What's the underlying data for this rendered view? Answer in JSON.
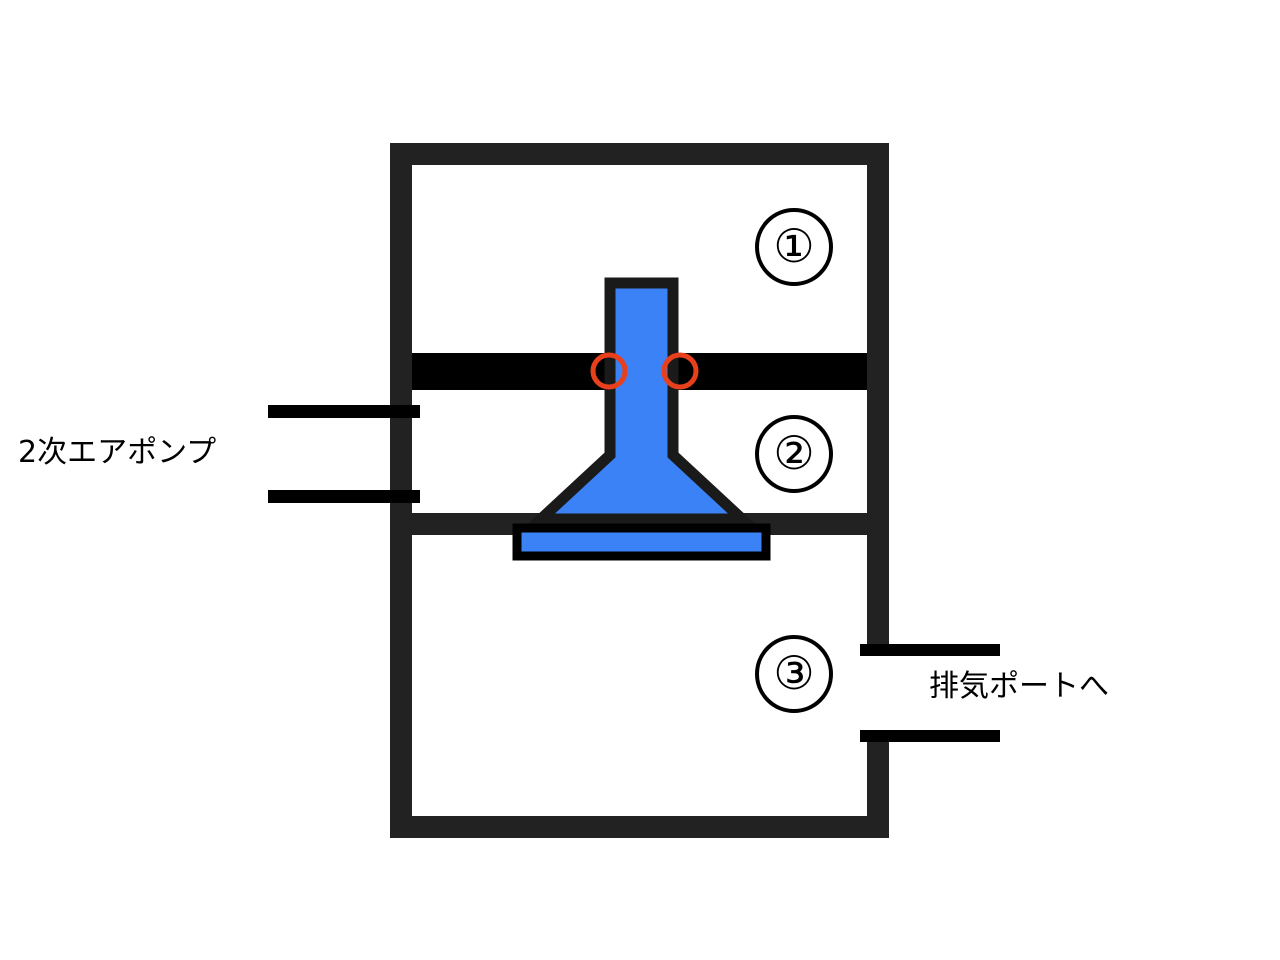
{
  "diagram": {
    "title": "secondary-air-valve-cross-section",
    "colors": {
      "wall_dark": "#222222",
      "divider_black": "#000000",
      "valve_blue": "#3B82F6",
      "annotation_red": "#E8401C",
      "background": "#FFFFFF",
      "outline": "#1A1A1A"
    },
    "labels": {
      "secondary_air_pump": "2次エアポンプ",
      "to_exhaust_port": "排気ポートへ"
    },
    "chambers": [
      {
        "number": "①",
        "name": "chamber-1"
      },
      {
        "number": "②",
        "name": "chamber-2"
      },
      {
        "number": "③",
        "name": "chamber-3"
      }
    ],
    "annotations": {
      "seal_marker_left": "red-circle-left",
      "seal_marker_right": "red-circle-right"
    },
    "ports": {
      "inlet_upper": "secondary-air-inlet-upper",
      "inlet_lower": "secondary-air-inlet-lower",
      "outlet_upper": "exhaust-outlet-upper",
      "outlet_lower": "exhaust-outlet-lower"
    },
    "valve": {
      "stem": "valve-stem",
      "cone": "valve-cone",
      "plate": "valve-plate"
    }
  }
}
